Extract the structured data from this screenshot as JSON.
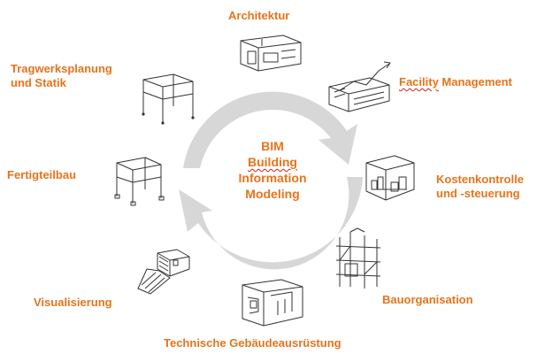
{
  "center": {
    "line1": "BIM",
    "line2": "Building",
    "line3": "Information",
    "line4": "Modeling"
  },
  "labels": {
    "architektur": "Architektur",
    "facility": [
      "Facility",
      "Management"
    ],
    "kosten": [
      "Kostenkontrolle",
      "und -steuerung"
    ],
    "bauorganisation": "Bauorganisation",
    "technische": "Technische Gebäudeausrüstung",
    "visualisierung": "Visualisierung",
    "fertigteilbau": "Fertigteilbau",
    "tragwerk": [
      "Tragwerksplanung",
      "und Statik"
    ]
  },
  "colors": {
    "label": "#e8731a",
    "cycle_arrows": "#d7d7d7",
    "sketch": "#333333",
    "spellcheck_underline": "#d02020"
  }
}
